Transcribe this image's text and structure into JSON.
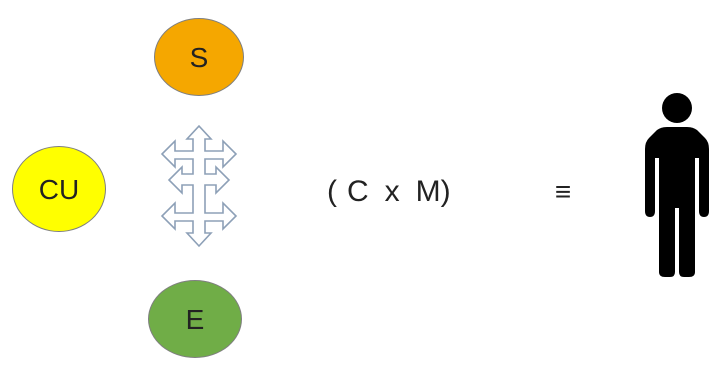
{
  "nodes": {
    "s": {
      "label": "S",
      "color": "#f5a700"
    },
    "cu": {
      "label": "CU",
      "color": "#ffff00"
    },
    "e": {
      "label": "E",
      "color": "#70ad47"
    }
  },
  "center_icon": {
    "icon": "four-way-arrow-icon",
    "stroke": "#8da0b7",
    "fill": "#ffffff"
  },
  "formula": {
    "open_paren": "(",
    "left_term": "C",
    "operator": "x",
    "right_term": "M",
    "close_paren": ")",
    "relation": "≡"
  },
  "person": {
    "icon": "person-icon",
    "color": "#000000"
  }
}
